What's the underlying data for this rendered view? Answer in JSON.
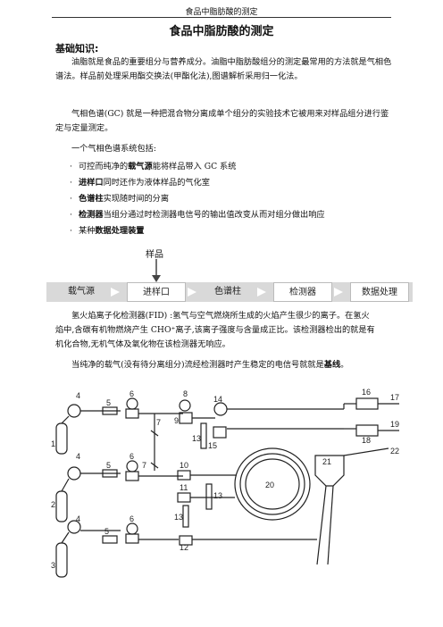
{
  "header": "食品中脂肪酸的测定",
  "title": "食品中脂肪酸的测定",
  "section_heading": "基础知识:",
  "paragraphs": {
    "p1": "油脂就是食品的重要组分与营养成分。油脂中脂肪酸组分的测定最常用的方法就是气相色谱法。样品前处理采用酯交换法(甲酯化法),图谱解析采用归一化法。",
    "p2": "气相色谱(GC) 就是一种把混合物分离成单个组分的实验技术它被用来对样品组分进行鉴定与定量测定。",
    "p3": "一个气相色谱系统包括:"
  },
  "bullets": [
    {
      "plain_pre": "可控而纯净的",
      "bold": "载气源",
      "plain_post": "能将样品带入 GC 系统"
    },
    {
      "plain_pre": "",
      "bold": "进样口",
      "plain_post": "同时还作为液体样品的气化室"
    },
    {
      "plain_pre": "",
      "bold": "色谱柱",
      "plain_post": "实现随时间的分离"
    },
    {
      "plain_pre": "",
      "bold": "检测器",
      "plain_post": "当组分通过时检测器电信号的输出值改变从而对组分做出响应"
    },
    {
      "plain_pre": "某种",
      "bold": "数据处理装置",
      "plain_post": ""
    }
  ],
  "flow": {
    "sample_label": "样品",
    "boxes": [
      "载气源",
      "进样口",
      "色谱柱",
      "检测器",
      "数据处理"
    ],
    "bar_color": "#d9d9d9",
    "box_color": "#ffffff"
  },
  "para_fid": {
    "line1": "氢火焰离子化检测器(FID) :氢气与空气燃烧所生成的火焰产生很少的离子。在氢火",
    "line2": "焰中,含碳有机物燃烧产生 CHO⁺离子,该离子强度与含量成正比。该检测器检出的就是有",
    "line3": "机化合物,无机气体及氧化物在该检测器无响应。"
  },
  "para_baseline": {
    "pre": "当纯净的载气(没有待分离组分)流经检测器时产生稳定的电信号就就是",
    "bold": "基线",
    "post": "。"
  },
  "diagram_labels": [
    "1",
    "2",
    "3",
    "4",
    "4",
    "4",
    "5",
    "5",
    "5",
    "6",
    "6",
    "6",
    "7",
    "7",
    "8",
    "9",
    "10",
    "11",
    "12",
    "13",
    "13",
    "13",
    "14",
    "15",
    "16",
    "17",
    "18",
    "19",
    "20",
    "21",
    "22"
  ]
}
